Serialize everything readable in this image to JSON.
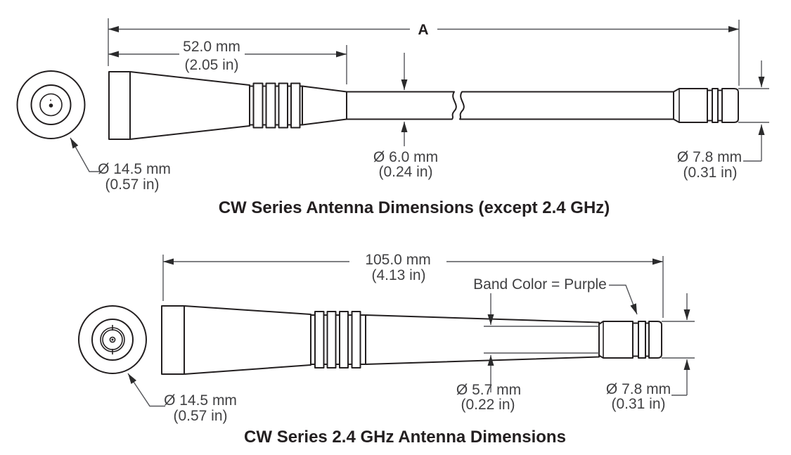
{
  "colors": {
    "outline": "#231f20",
    "dimension_lines": "#55565a",
    "text": "#414143"
  },
  "top": {
    "caption": "CW Series Antenna Dimensions (except 2.4 GHz)",
    "overall": {
      "label": "A"
    },
    "length": {
      "mm": "52.0 mm",
      "in": "(2.05 in)"
    },
    "base_dia": {
      "mm": "Ø 14.5 mm",
      "in": "(0.57 in)"
    },
    "shaft_dia": {
      "mm": "Ø 6.0 mm",
      "in": "(0.24 in)"
    },
    "tip_dia": {
      "mm": "Ø 7.8 mm",
      "in": "(0.31 in)"
    }
  },
  "bottom": {
    "caption": "CW Series 2.4 GHz Antenna Dimensions",
    "length": {
      "mm": "105.0 mm",
      "in": "(4.13 in)"
    },
    "band_note": "Band Color = Purple",
    "base_dia": {
      "mm": "Ø 14.5 mm",
      "in": "(0.57 in)"
    },
    "shaft_dia": {
      "mm": "Ø 5.7 mm",
      "in": "(0.22 in)"
    },
    "tip_dia": {
      "mm": "Ø 7.8 mm",
      "in": "(0.31 in)"
    }
  }
}
